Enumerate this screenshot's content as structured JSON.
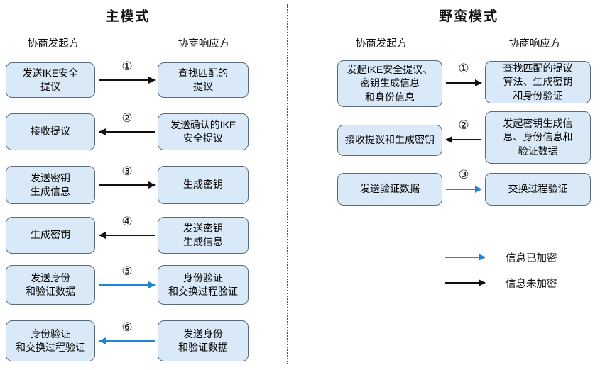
{
  "main_mode": {
    "title": "主模式",
    "initiator_label": "协商发起方",
    "responder_label": "协商响应方",
    "steps": [
      {
        "num": "①",
        "initiator": "发送IKE安全\n提议",
        "responder": "查找匹配的\n提议",
        "direction": "right",
        "encrypted": false
      },
      {
        "num": "②",
        "initiator": "接收提议",
        "responder": "发送确认的IKE\n安全提议",
        "direction": "left",
        "encrypted": false
      },
      {
        "num": "③",
        "initiator": "发送密钥\n生成信息",
        "responder": "生成密钥",
        "direction": "right",
        "encrypted": false
      },
      {
        "num": "④",
        "initiator": "生成密钥",
        "responder": "发送密钥\n生成信息",
        "direction": "left",
        "encrypted": false
      },
      {
        "num": "⑤",
        "initiator": "发送身份\n和验证数据",
        "responder": "身份验证\n和交换过程验证",
        "direction": "right",
        "encrypted": true
      },
      {
        "num": "⑥",
        "initiator": "身份验证\n和交换过程验证",
        "responder": "发送身份\n和验证数据",
        "direction": "left",
        "encrypted": true
      }
    ]
  },
  "aggressive_mode": {
    "title": "野蛮模式",
    "initiator_label": "协商发起方",
    "responder_label": "协商响应方",
    "steps": [
      {
        "num": "①",
        "initiator": "发起IKE安全提议、\n密钥生成信息\n和身份信息",
        "responder": "查找匹配的提议\n算法、生成密钥\n和身份验证",
        "direction": "right",
        "encrypted": false
      },
      {
        "num": "②",
        "initiator": "接收提议和生成密钥",
        "responder": "发起密钥生成信\n息、身份信息和\n验证数据",
        "direction": "left",
        "encrypted": false
      },
      {
        "num": "③",
        "initiator": "发送验证数据",
        "responder": "交换过程验证",
        "direction": "right",
        "encrypted": true
      }
    ]
  },
  "legend": {
    "encrypted_label": "信息已加密",
    "unencrypted_label": "信息未加密"
  },
  "colors": {
    "encrypted_arrow": "#1e87d5",
    "unencrypted_arrow": "#111111",
    "box_fill": "#d9e9f7",
    "box_border": "#5a6b7b"
  }
}
